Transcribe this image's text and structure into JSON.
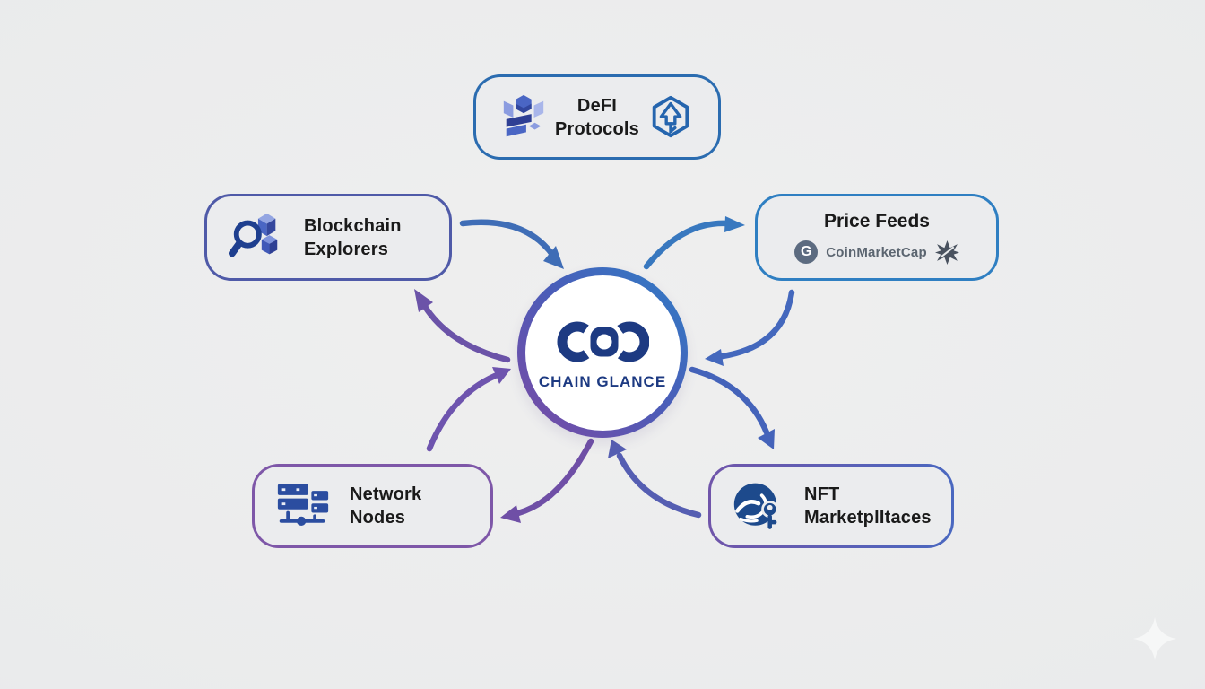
{
  "background_color": "#eaebec",
  "hub": {
    "brand": "CHAIN GLANCE",
    "icon": "chain-links-icon",
    "text_color": "#1d3a82",
    "ring_gradient_start": "#2f7ec6",
    "ring_gradient_end": "#7c4aa4"
  },
  "nodes": {
    "defi": {
      "line1": "DeFI",
      "line2": "Protocols",
      "border_color": "#2b6cb0",
      "left_icon": "defi-lotus-icon",
      "right_icon": "hexagon-up-arrow-icon"
    },
    "explorers": {
      "line1": "Blockchain",
      "line2": "Explorers",
      "border_color": "#4f5aa8",
      "icon": "magnifier-cubes-icon"
    },
    "price_feeds": {
      "title": "Price Feeds",
      "provider": "CoinMarketCap",
      "g_letter": "G",
      "provider_color": "#5b6570",
      "border_color": "#2f7fc2",
      "left_icon": "g-coin-icon",
      "right_icon": "starburst-badge-icon"
    },
    "network": {
      "line1": "Network",
      "line2": "Nodes",
      "border_color": "#7e57a8",
      "icon": "server-stack-icon"
    },
    "nft": {
      "line1": "NFT",
      "line2": "MarketplItaces",
      "border_gradient_start": "#4a68c0",
      "border_gradient_end": "#7055aa",
      "icon": "wave-key-icon"
    }
  },
  "arrows": [
    {
      "id": "explorers-to-hub",
      "color": "#3f6db6"
    },
    {
      "id": "hub-to-explorers",
      "color": "#6b53a8"
    },
    {
      "id": "hub-to-pricefeeds",
      "color": "#3878bf"
    },
    {
      "id": "pricefeeds-to-hub",
      "color": "#4468bd"
    },
    {
      "id": "hub-to-nft",
      "color": "#4463ba"
    },
    {
      "id": "nft-to-hub",
      "color": "#555eb2"
    },
    {
      "id": "hub-to-network",
      "color": "#6f4fa6"
    },
    {
      "id": "network-to-hub",
      "color": "#6e54ae"
    }
  ],
  "decor": {
    "sparkle_icon": "four-point-sparkle-icon",
    "sparkle_color": "#f6f7f7"
  }
}
